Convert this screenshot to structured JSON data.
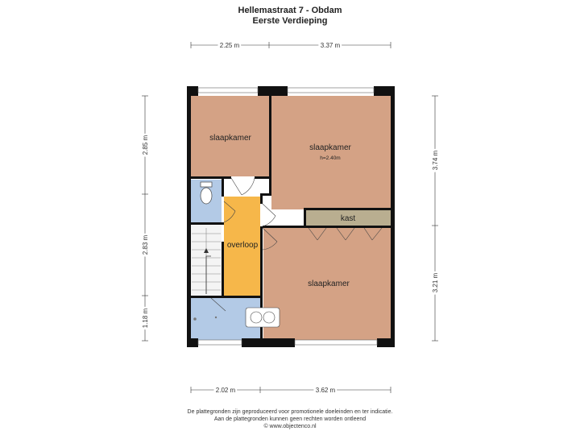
{
  "header": {
    "title": "Hellemastraat 7 - Obdam",
    "subtitle": "Eerste Verdieping"
  },
  "dimensions": {
    "top_left": "2.25 m",
    "top_right": "3.37 m",
    "bottom_left": "2.02 m",
    "bottom_right": "3.62 m",
    "left_top": "2.85 m",
    "left_mid": "2.83 m",
    "left_bottom": "1.18 m",
    "right_top": "3.74 m",
    "right_bottom": "3.21 m"
  },
  "rooms": {
    "bedroom_1": "slaapkamer",
    "bedroom_2": "slaapkamer",
    "bedroom_2_height": "h=2.40m",
    "bedroom_3": "slaapkamer",
    "closet": "kast",
    "landing": "overloop"
  },
  "footer": {
    "line1": "De plattegronden zijn geproduceerd voor promotionele doeleinden en ter indicatie.",
    "line2": "Aan de plattegronden kunnen geen rechten worden ontleend",
    "line3": "© www.objectenco.nl"
  },
  "colors": {
    "bedroom": "#d4a285",
    "closet": "#b9ae90",
    "landing": "#f6b74a",
    "wet_room": "#b3cae6",
    "wall": "#111111"
  }
}
